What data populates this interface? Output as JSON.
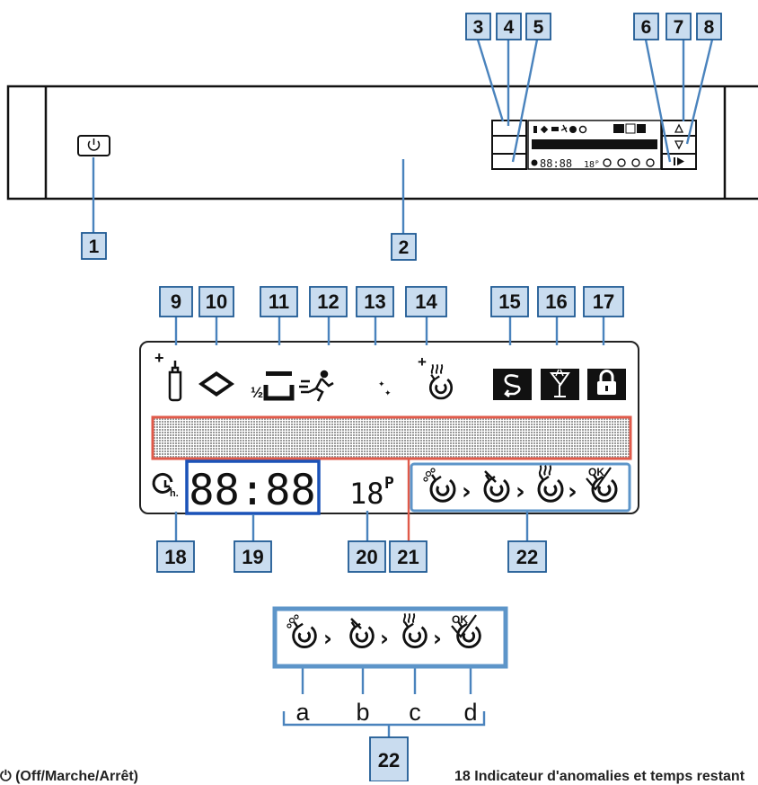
{
  "colors": {
    "callout_box_fill": "#c9dcef",
    "callout_box_border": "#1f5a94",
    "leader_line": "#4a83bd",
    "matrix_border": "#e05a4a",
    "digits_frame": "#1a52b8",
    "phase_frame": "#5d95c9"
  },
  "callouts": {
    "c1": "1",
    "c2": "2",
    "c3": "3",
    "c4": "4",
    "c5": "5",
    "c6": "6",
    "c7": "7",
    "c8": "8",
    "c9": "9",
    "c10": "10",
    "c11": "11",
    "c12": "12",
    "c13": "13",
    "c14": "14",
    "c15": "15",
    "c16": "16",
    "c17": "17",
    "c18": "18",
    "c19": "19",
    "c20": "20",
    "c21": "21",
    "c22": "22",
    "c22b": "22"
  },
  "display": {
    "half_load": "½",
    "clock_digits": "88:88",
    "program_digits": "18",
    "program_suffix": "P",
    "phase_done": "OK",
    "chevron": "›",
    "mini_digits": "88:88",
    "mini_prog": "18ᴾ"
  },
  "phases": {
    "a": "a",
    "b": "b",
    "c": "c",
    "d": "d"
  },
  "footer": {
    "left": "⏻ (Off/Marche/Arrêt)",
    "right": "18 Indicateur d'anomalies et temps restant"
  },
  "icons": [
    "power-icon",
    "baby-bottle-plus-icon",
    "tablet-icon",
    "half-load-icon",
    "express-icon",
    "night-icon",
    "extra-dry-icon",
    "rinse-aid-icon",
    "glass-care-icon",
    "lock-icon",
    "delay-timer-icon",
    "prewash-icon",
    "wash-icon",
    "dry-icon",
    "end-icon"
  ]
}
